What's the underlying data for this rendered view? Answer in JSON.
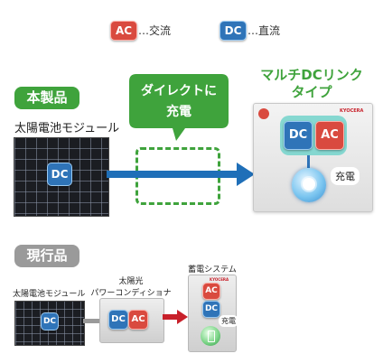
{
  "legend": {
    "ac_badge": "AC",
    "ac_text": "…交流",
    "dc_badge": "DC",
    "dc_text": "…直流"
  },
  "new_system": {
    "label": "本製品",
    "module_caption": "太陽電池モジュール",
    "module_badge": "DC",
    "callout_line1": "ダイレクトに",
    "callout_line2": "充電",
    "product_title_line1": "マルチDCリンク",
    "product_title_line2": "タイプ",
    "unit_dc": "DC",
    "unit_ac": "AC",
    "battery_label": "充電",
    "brand_mark": "KYOCERA"
  },
  "current_system": {
    "label": "現行品",
    "module_caption": "太陽電池モジュール",
    "module_badge": "DC",
    "pcs_caption_line1": "太陽光",
    "pcs_caption_line2": "パワーコンディショナ",
    "pcs_dc": "DC",
    "pcs_ac": "AC",
    "storage_caption": "蓄電システム",
    "storage_ac": "AC",
    "storage_dc": "DC",
    "battery_label": "充電",
    "brand_mark": "KYOCERA"
  },
  "colors": {
    "ac": "#d94a3f",
    "dc": "#2f74b8",
    "green": "#3fa33c",
    "gray": "#9a9a9a",
    "arrow_blue": "#1f6fb8",
    "arrow_red": "#c8202a"
  }
}
